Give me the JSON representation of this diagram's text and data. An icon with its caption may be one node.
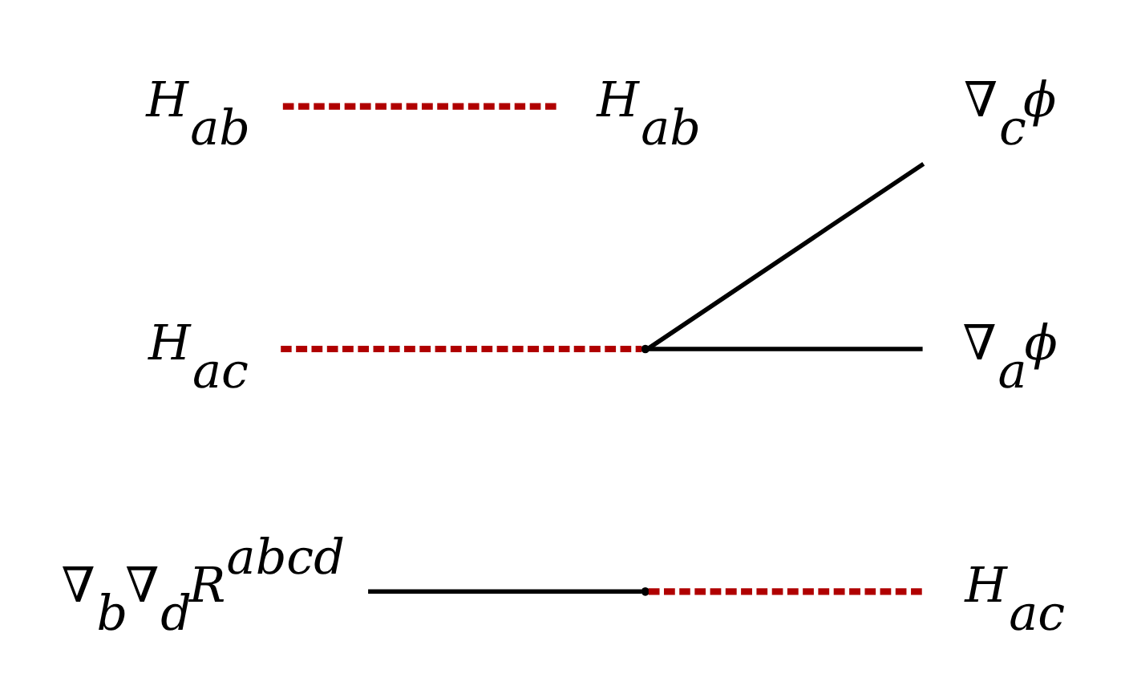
{
  "diagram": {
    "nodes": [
      {
        "text": [
          "H$_{ab}$"
        ]
      },
      {
        "text": [
          "H$_{ab}$"
        ]
      },
      {
        "text": [
          "∇$_{a}$ϕ"
        ]
      },
      {
        "text": [
          "H$_{ac}$"
        ]
      },
      {
        "text": [],
        "shape": "point"
      },
      {
        "text": [
          "∇$_{c}$ϕ"
        ]
      },
      {
        "text": [
          "∇$_{b}$∇$_{d}$R$^{abcd}$"
        ]
      },
      {
        "text": [],
        "shape": "point"
      },
      {
        "text": [
          "H$_{ac}$"
        ]
      }
    ],
    "edges": [
      {
        "from": 0,
        "to": 1,
        "arrow": "none",
        "style": "dashed"
      },
      {
        "from": 3,
        "to": 4,
        "arrow": "none",
        "style": "dashed"
      },
      {
        "from": 4,
        "to": 2,
        "arrow": "none",
        "color": "#000000"
      },
      {
        "from": 4,
        "to": 5,
        "arrow": "none",
        "color": "#000000"
      },
      {
        "from": 6,
        "to": 7,
        "arrow": "none",
        "color": "#000000"
      },
      {
        "from": 7,
        "to": 8,
        "arrow": "none",
        "style": "dashed"
      }
    ]
  }
}
